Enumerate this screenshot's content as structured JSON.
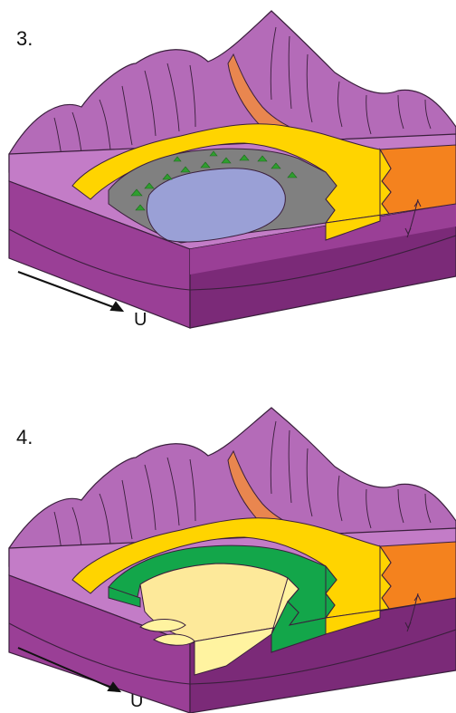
{
  "panels": [
    {
      "label": "3.",
      "north": "U"
    },
    {
      "label": "4.",
      "north": "U"
    }
  ],
  "colors": {
    "mountain": "#b46bb8",
    "mountain_line": "#3a1f3c",
    "block_top": "#c37cc7",
    "block_side": "#9a3f96",
    "block_front": "#7b2a78",
    "yellow": "#ffd400",
    "orange": "#f4821e",
    "orange_fan": "#e9864f",
    "gray_marsh": "#808080",
    "lake_blue": "#9aa0d6",
    "green": "#13a64a",
    "pale_yellow": "#fde99a",
    "pale_yellow_front": "#fff3a0",
    "plant": "#2f9e2f"
  }
}
